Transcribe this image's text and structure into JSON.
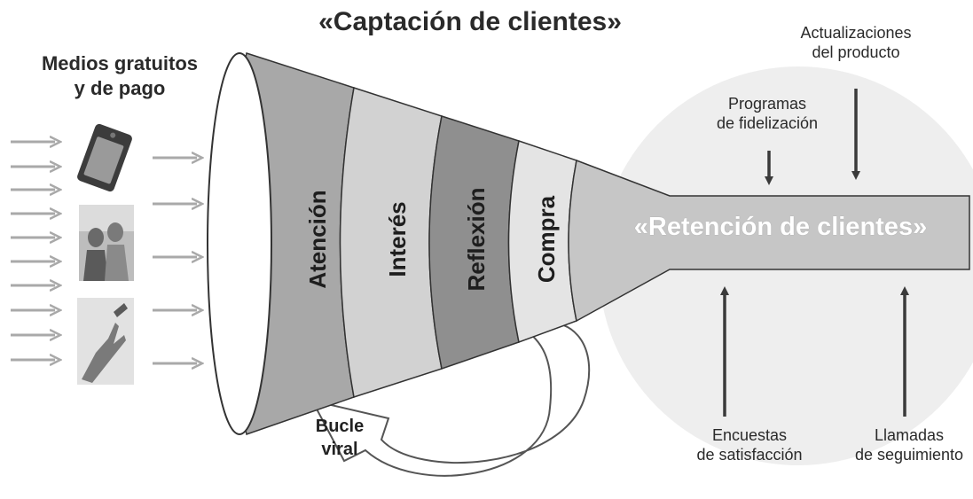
{
  "title": "«Captación de clientes»",
  "media": {
    "label": "Medios gratuitos\ny de pago"
  },
  "stages": [
    "Atención",
    "Interés",
    "Reflexión",
    "Compra"
  ],
  "retention": "«Retención de clientes»",
  "viral_loop": "Bucle\nviral",
  "inputs_top": [
    "Actualizaciones\ndel producto",
    "Programas\nde fidelización"
  ],
  "inputs_bottom": [
    "Encuestas\nde satisfacción",
    "Llamadas\nde seguimiento"
  ],
  "icons": [
    "tablet-icon",
    "people-photo-icon",
    "hand-photo-icon"
  ],
  "colors": {
    "stage_atencion": "#a8a8a8",
    "stage_interes": "#d2d2d2",
    "stage_reflexion": "#8f8f8f",
    "stage_compra": "#e4e4e4",
    "neck": "#c6c6c6",
    "retention_circle": "#eeeeee",
    "arrow_gray": "#a9a9a9"
  }
}
